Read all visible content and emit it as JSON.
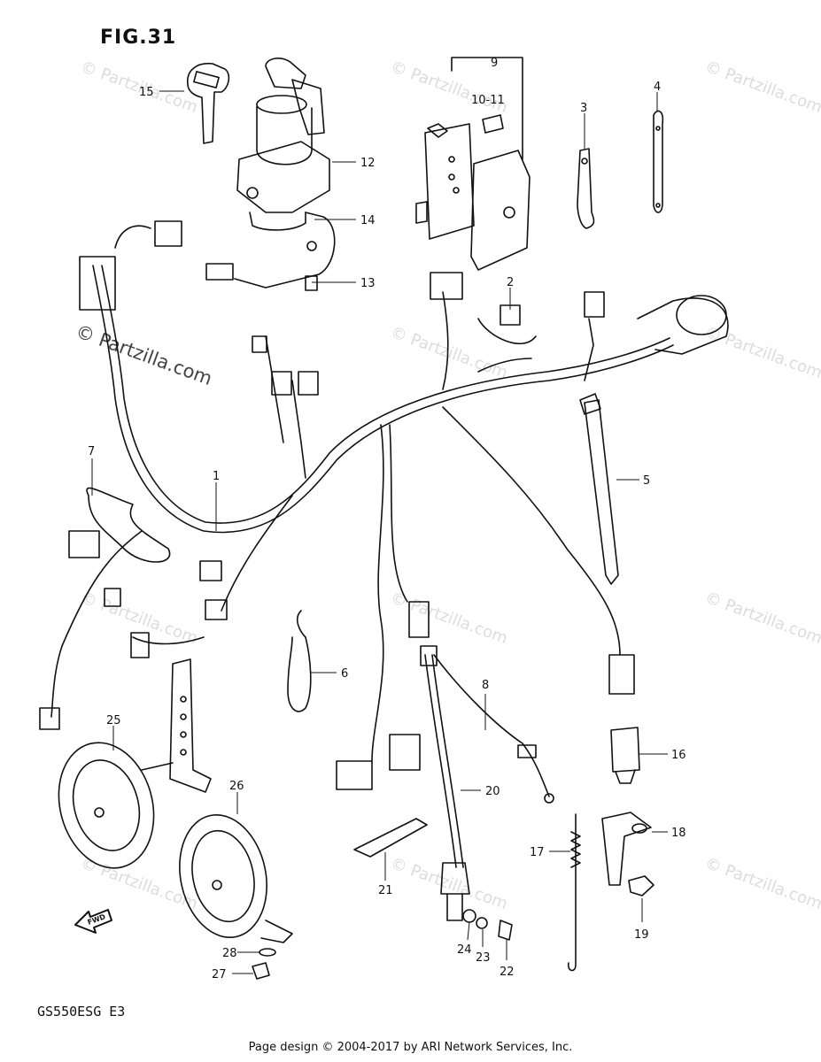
{
  "figure_title": "FIG.31",
  "model_code": "GS550ESG  E3",
  "footer": "Page design © 2004-2017 by ARI Network Services, Inc.",
  "watermark": "© Partzilla.com",
  "fwd_label": "FWD",
  "callouts": [
    "1",
    "2",
    "3",
    "4",
    "5",
    "6",
    "7",
    "8",
    "9",
    "10-11",
    "12",
    "13",
    "14",
    "15",
    "16",
    "17",
    "18",
    "19",
    "20",
    "21",
    "22",
    "23",
    "24",
    "25",
    "26",
    "27",
    "28"
  ],
  "colors": {
    "line": "#111111",
    "watermark": "#dcdcdc"
  }
}
